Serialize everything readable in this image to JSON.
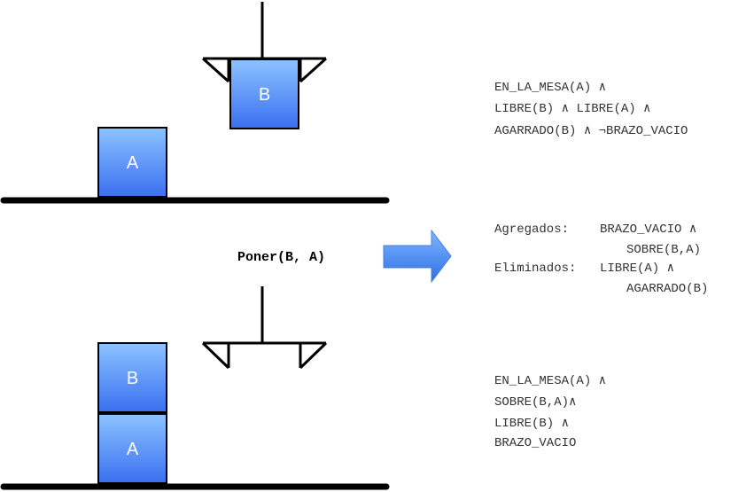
{
  "initial_state": {
    "blocks": {
      "a": "A",
      "b": "B"
    },
    "lines": [
      "EN_LA_MESA(A) ∧",
      "LIBRE(B) ∧ LIBRE(A) ∧",
      "AGARRADO(B) ∧ ¬BRAZO_VACIO"
    ]
  },
  "action": {
    "label": "Poner(B, A)",
    "effects": {
      "added_label": "Agregados:",
      "added_1": "BRAZO_VACIO ∧",
      "added_2": "SOBRE(B,A)",
      "removed_label": "Eliminados:",
      "removed_1": "LIBRE(A) ∧",
      "removed_2": "AGARRADO(B)"
    }
  },
  "final_state": {
    "blocks": {
      "b": "B",
      "a": "A"
    },
    "lines": [
      "EN_LA_MESA(A) ∧",
      "SOBRE(B,A)∧",
      "LIBRE(B) ∧",
      "BRAZO_VACIO"
    ]
  },
  "colors": {
    "block_top": "#8cc4ff",
    "block_bottom": "#3a6ff0",
    "block_border": "#000000",
    "arrow_top": "#7fb8ff",
    "arrow_bottom": "#2f6ee8"
  }
}
